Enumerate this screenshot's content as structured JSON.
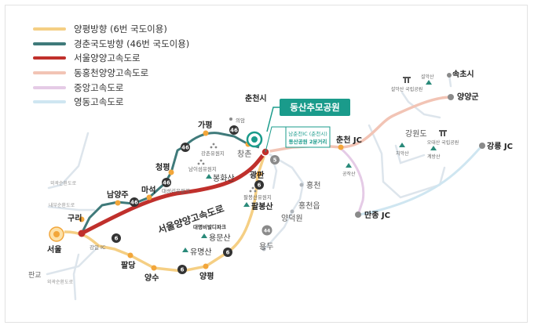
{
  "legend": [
    {
      "label": "양평방향 (6번 국도이용)",
      "color": "#f5cf84"
    },
    {
      "label": "경춘국도방향 (46번 국도이용)",
      "color": "#3f7a7a"
    },
    {
      "label": "서울양양고속도로",
      "color": "#c0302c"
    },
    {
      "label": "동홍천양양고속도로",
      "color": "#f2c4b5"
    },
    {
      "label": "중앙고속도로",
      "color": "#e5cbe6"
    },
    {
      "label": "영동고속도로",
      "color": "#cfe6f1"
    }
  ],
  "colors": {
    "route6": "#f5cf84",
    "route46": "#3f7a7a",
    "expressway": "#c0302c",
    "donghongcheon": "#f2c4b5",
    "jungang": "#e5cbe6",
    "yeongdong": "#cfe6f1",
    "minor": "#dde5ec",
    "destination": "#1a9b8b",
    "orange_node": "#f2a63a",
    "gray_node": "#8a8a8a",
    "peak": "#2a8a7a"
  },
  "destination": {
    "label": "동산추모공원"
  },
  "callout": {
    "line1": "남춘천IC (춘천시)",
    "line2": "동산공원 2분거리"
  },
  "expressway_label": "서울양양고속도로",
  "places": {
    "seoul": "서울",
    "guri": "구리",
    "pangyo": "판교",
    "gangil_ic": "강일 IC",
    "namyangju": "남양주",
    "maseok": "마석",
    "cheongpyeong": "청평",
    "gapyeong": "가평",
    "chuncheonsi": "춘천시",
    "uiam": "의암",
    "changchon": "창촌",
    "gwangpan": "광판",
    "hongcheon": "홍천",
    "hongcheoneup": "홍천읍",
    "yangdeogwon": "양덕원",
    "yongdu": "용두",
    "chuncheon_jc": "춘천 JC",
    "manjong_jc": "만종 JC",
    "gangneung_jc": "강릉 JC",
    "yangyang_gun": "양양군",
    "sokcho": "속초시",
    "gangwondo": "강원도",
    "paldang": "팔당",
    "yangsu": "양수",
    "yangpyeong": "양평",
    "daemyung": "대명비발디파크",
    "yongmunsan": "용문산",
    "yumyeongsan": "유명산",
    "palbongsan": "팔봉산",
    "bonghwasan": "봉화산",
    "gangchon_resort": "강촌유원지",
    "namiseom": "남이섬유원지",
    "daeseongri": "대성리유원지",
    "palbong_resort": "팔봉산유원지",
    "seorak": "설악산",
    "seorak_park": "설악산\n국립공원",
    "odaesan": "오대산",
    "odaesan_park": "오대산\n국립공원",
    "chiaksan": "치악산",
    "gyebangsan": "계방산",
    "gongjaksan": "공작산",
    "oegwak_ring": "외곽순환도로",
    "naebu_ring": "내부순환도로"
  },
  "shields": {
    "r46": "46",
    "r6": "6",
    "r5": "5",
    "r44": "44"
  }
}
